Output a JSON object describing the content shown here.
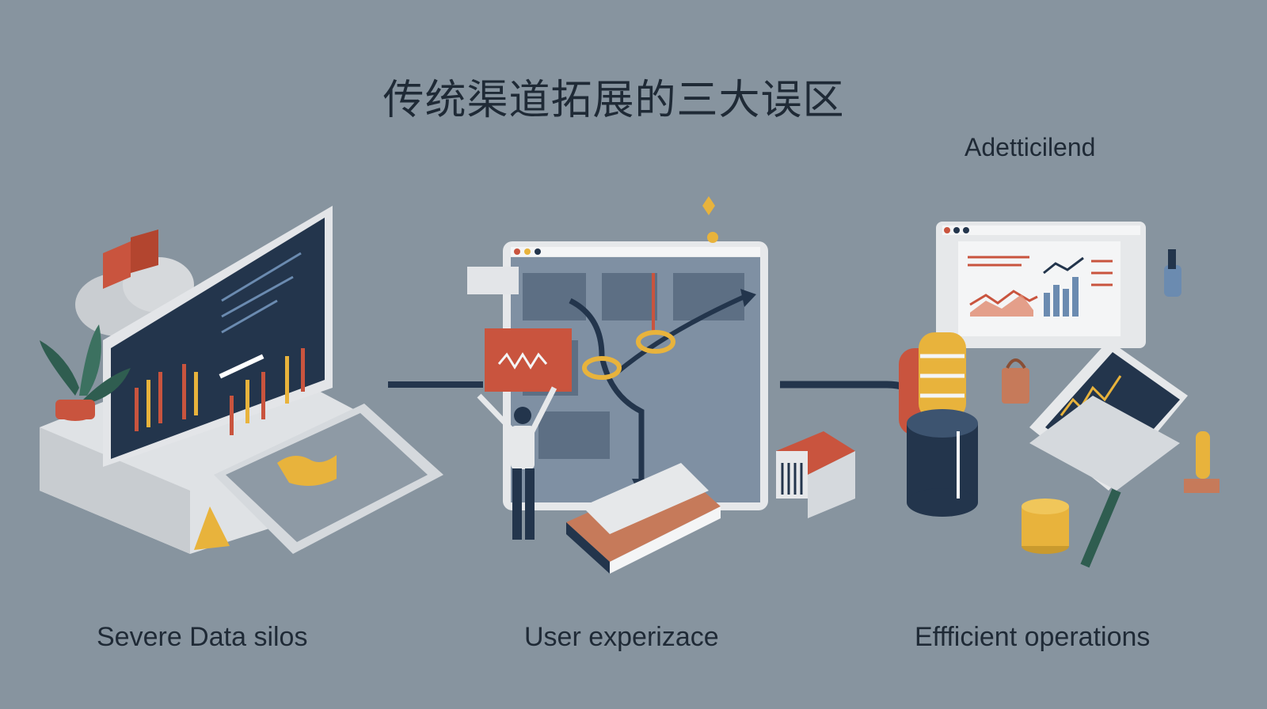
{
  "title": "传统渠道拓展的三大误区",
  "corner_label": "Adetticilend",
  "captions": {
    "left": "Severe  Data silos",
    "center": "User experizace",
    "right": "Effficient operations"
  },
  "colors": {
    "background": "#87949f",
    "navy": "#23354c",
    "red": "#c9543e",
    "yellow": "#e8b33c",
    "light": "#e6e8ea"
  }
}
